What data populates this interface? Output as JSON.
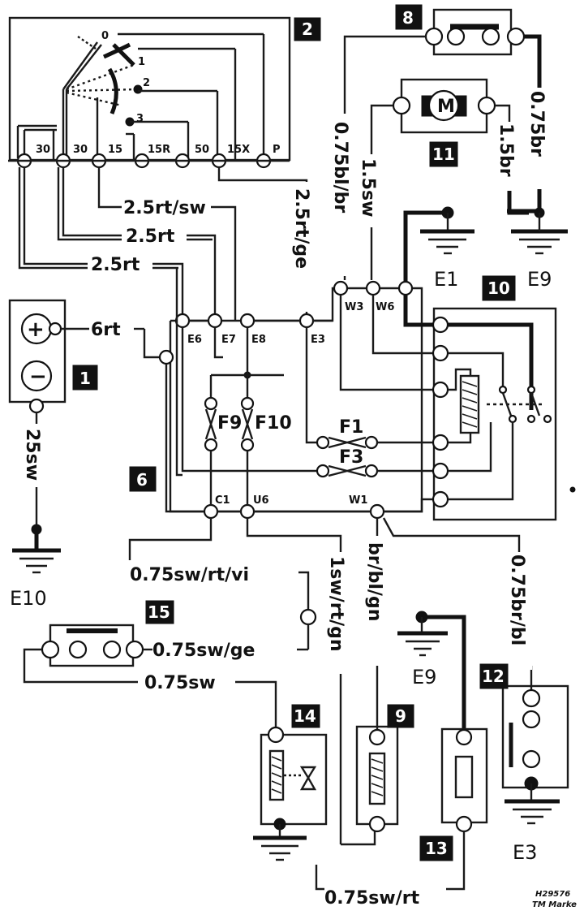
{
  "component_numbers": [
    "2",
    "8",
    "11",
    "10",
    "1",
    "6",
    "15",
    "14",
    "9",
    "13",
    "12"
  ],
  "ignition_switch": {
    "positions": [
      "0",
      "1",
      "2",
      "3"
    ],
    "terminals": [
      "30",
      "30",
      "15",
      "15R",
      "50",
      "15X",
      "P"
    ]
  },
  "relay_box": {
    "terminals_top": [
      "E6",
      "E7",
      "E8",
      "E3",
      "W3",
      "W6"
    ],
    "terminals_bottom": [
      "C1",
      "U6",
      "W1"
    ],
    "fuses": [
      "F9",
      "F10",
      "F1",
      "F3"
    ]
  },
  "wires": {
    "battery_pos": "6rt",
    "battery_gnd": "25sw",
    "sw15": "2.5rt/sw",
    "sw30a": "2.5rt",
    "sw30b": "2.5rt",
    "sw15x": "2.5rt/ge",
    "fuel_pump": "0.75bl/br",
    "motor": "1.5sw",
    "pump_gnd": "0.75br",
    "motor_gnd": "1.5br",
    "c1": "0.75sw/rt/vi",
    "u6": "1sw/rt/gn",
    "w1": "br/bl/gn",
    "w1_right": "0.75br/bl",
    "c15": "0.75sw/ge",
    "c14": "0.75sw",
    "c9_13": "0.75sw/rt"
  },
  "grounds": [
    "E10",
    "E1",
    "E9",
    "E9",
    "E3"
  ],
  "motor_symbol": "M",
  "marking": [
    "H29576",
    "TM Marke"
  ]
}
